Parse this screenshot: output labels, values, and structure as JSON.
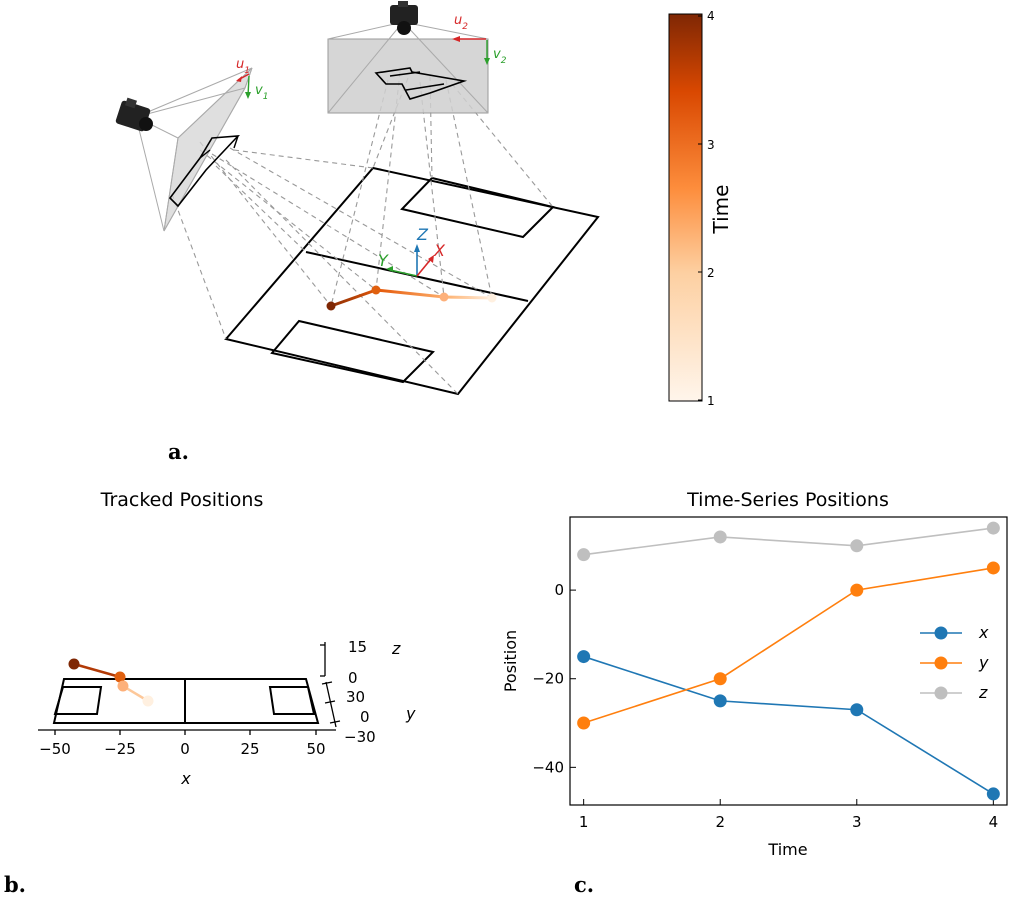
{
  "figure": {
    "panel_labels": {
      "a": "a.",
      "b": "b.",
      "c": "c."
    }
  },
  "panel_a": {
    "colorbar": {
      "label": "Time",
      "ticks": [
        "1",
        "2",
        "3",
        "4"
      ],
      "min": 1,
      "max": 4,
      "color_low": "#fff5eb",
      "color_mid": "#fd8d3c",
      "color_high": "#7f2704"
    },
    "camera1": {
      "u_label": "u",
      "u_sub": "1",
      "v_label": "v",
      "v_sub": "1"
    },
    "camera2": {
      "u_label": "u",
      "u_sub": "2",
      "v_label": "v",
      "v_sub": "2"
    },
    "world_axes": {
      "x": "X",
      "y": "Y",
      "z": "Z"
    },
    "colors": {
      "u": "#d62728",
      "v": "#2ca02c",
      "X": "#d62728",
      "Y": "#2ca02c",
      "Z": "#1f77b4"
    }
  },
  "panel_b": {
    "title": "Tracked Positions",
    "x_label": "x",
    "y_label": "y",
    "z_label": "z",
    "x_ticks": [
      "−50",
      "−25",
      "0",
      "25",
      "50"
    ],
    "y_ticks": [
      "30",
      "0",
      "−30"
    ],
    "z_ticks": [
      "15",
      "0"
    ]
  },
  "chart_data": {
    "type": "line",
    "title": "Time-Series Positions",
    "xlabel": "Time",
    "ylabel": "Position",
    "x": [
      1,
      2,
      3,
      4
    ],
    "xlim": [
      0.9,
      4.1
    ],
    "ylim": [
      -48.5,
      16.5
    ],
    "x_ticks": [
      "1",
      "2",
      "3",
      "4"
    ],
    "y_ticks": [
      {
        "v": 0,
        "label": "0"
      },
      {
        "v": -20,
        "label": "−20"
      },
      {
        "v": -40,
        "label": "−40"
      }
    ],
    "legend_position": "center-right",
    "series": [
      {
        "name": "x",
        "values": [
          -15,
          -25,
          -27,
          -46
        ],
        "color": "#1f77b4"
      },
      {
        "name": "y",
        "values": [
          -30,
          -20,
          0,
          5
        ],
        "color": "#ff7f0e"
      },
      {
        "name": "z",
        "values": [
          8,
          12,
          10,
          14
        ],
        "color": "#bfbfbf"
      }
    ]
  }
}
